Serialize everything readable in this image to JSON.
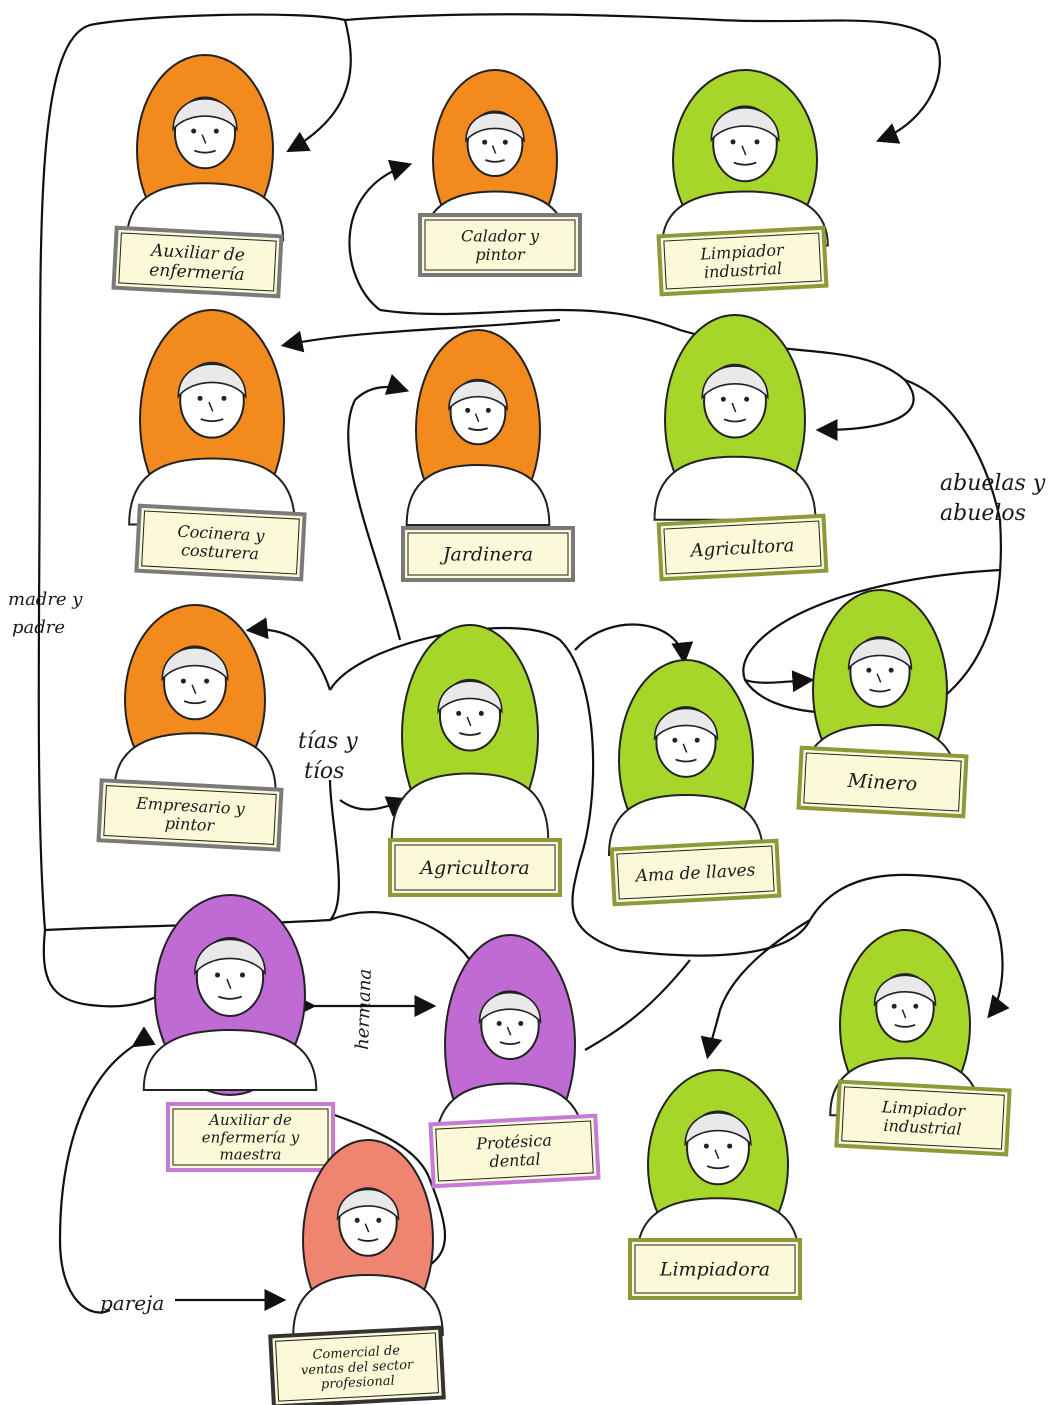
{
  "colors": {
    "orange": "#f28a1e",
    "green": "#a6d62a",
    "purple": "#c06ad4",
    "salmon": "#ef8470",
    "label_fill": "#fbf9d8",
    "label_border_green": "#8c9a3a",
    "label_border_purple": "#c77ad6",
    "label_border_plain": "#6b6b6b"
  },
  "people": [
    {
      "id": "auxiliar-enfermeria",
      "label": [
        "Auxiliar de",
        "enfermería"
      ],
      "color": "orange"
    },
    {
      "id": "calador-pintor",
      "label": [
        "Calador y",
        "pintor"
      ],
      "color": "orange"
    },
    {
      "id": "limpiador-industrial-1",
      "label": [
        "Limpiador",
        "industrial"
      ],
      "color": "green"
    },
    {
      "id": "cocinera-costurera",
      "label": [
        "Cocinera y",
        "costurera"
      ],
      "color": "orange"
    },
    {
      "id": "jardinera",
      "label": [
        "Jardinera"
      ],
      "color": "orange"
    },
    {
      "id": "agricultora-1",
      "label": [
        "Agricultora"
      ],
      "color": "green"
    },
    {
      "id": "empresario-pintor",
      "label": [
        "Empresario y",
        "pintor"
      ],
      "color": "orange"
    },
    {
      "id": "agricultora-2",
      "label": [
        "Agricultora"
      ],
      "color": "green"
    },
    {
      "id": "ama-de-llaves",
      "label": [
        "Ama de llaves"
      ],
      "color": "green"
    },
    {
      "id": "minero",
      "label": [
        "Minero"
      ],
      "color": "green"
    },
    {
      "id": "auxiliar-maestra",
      "label": [
        "Auxiliar de",
        "enfermería y",
        "maestra"
      ],
      "color": "purple"
    },
    {
      "id": "protesica-dental",
      "label": [
        "Protésica",
        "dental"
      ],
      "color": "purple"
    },
    {
      "id": "limpiador-industrial-2",
      "label": [
        "Limpiador",
        "industrial"
      ],
      "color": "green"
    },
    {
      "id": "limpiadora",
      "label": [
        "Limpiadora"
      ],
      "color": "green"
    },
    {
      "id": "comercial",
      "label": [
        "Comercial de",
        "ventas del sector",
        "profesional"
      ],
      "color": "salmon"
    }
  ],
  "annotations": {
    "abuelas": [
      "abuelas y",
      "abuelos"
    ],
    "madre": [
      "madre y",
      "padre"
    ],
    "tias": [
      "tías y",
      "tíos"
    ],
    "hermana": "hermana",
    "pareja": "pareja"
  }
}
